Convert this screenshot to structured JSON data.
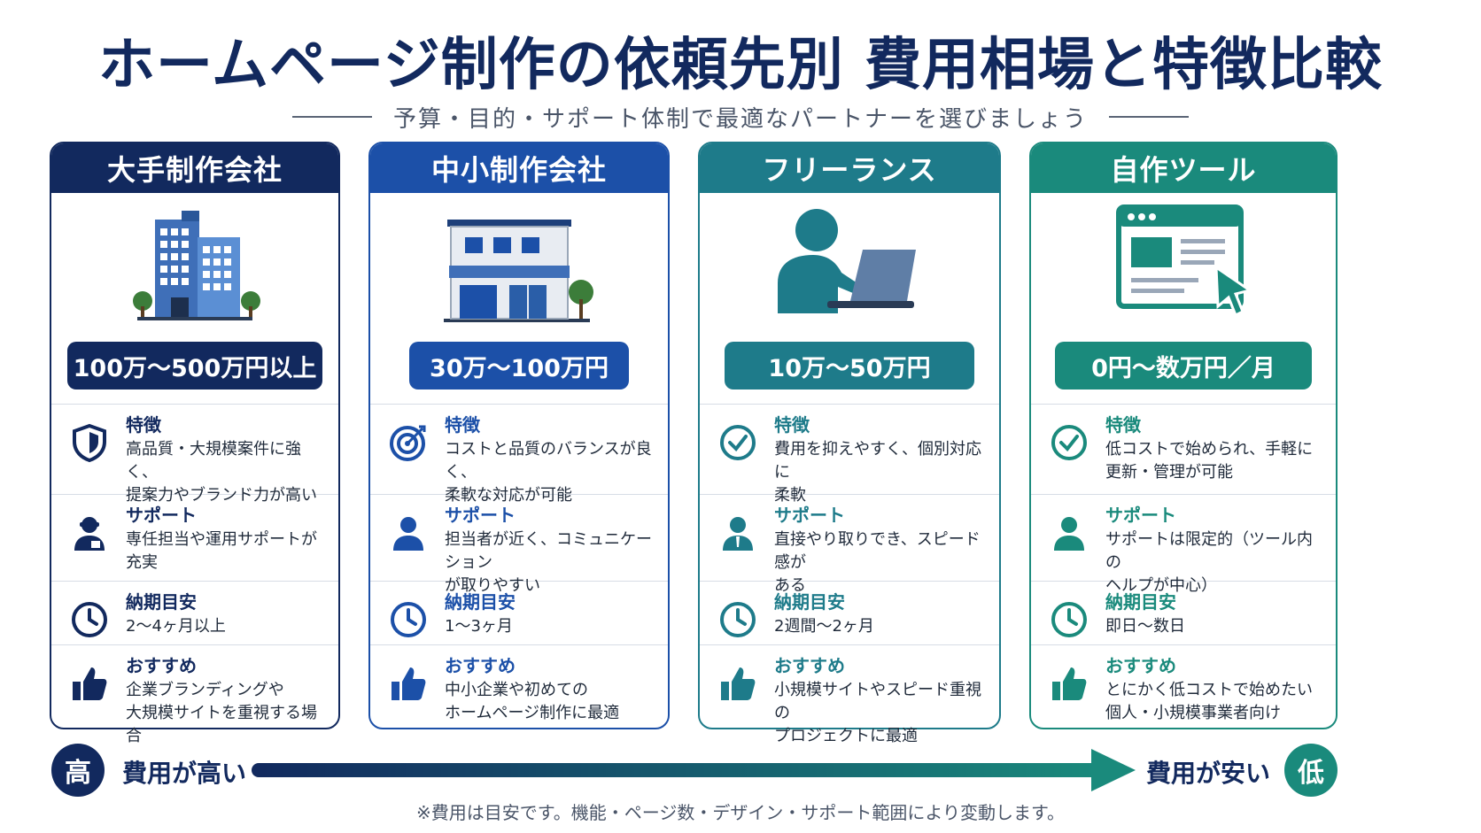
{
  "title": "ホームページ制作の依頼先別 費用相場と特徴比較",
  "subtitle": "予算・目的・サポート体制で最適なパートナーを選びましょう",
  "cards": [
    {
      "header": "大手制作会社",
      "price": "100万〜500万円以上",
      "color": "#12295e",
      "feature_label": "特徴",
      "feature_text": "高品質・大規模案件に強く、\n提案力やブランド力が高い",
      "support_label": "サポート",
      "support_text": "専任担当や運用サポートが\n充実",
      "delivery_label": "納期目安",
      "delivery_text": "2〜4ヶ月以上",
      "recommend_label": "おすすめ",
      "recommend_text": "企業ブランディングや\n大規模サイトを重視する場合"
    },
    {
      "header": "中小制作会社",
      "price": "30万〜100万円",
      "color": "#1c50a8",
      "feature_label": "特徴",
      "feature_text": "コストと品質のバランスが良く、\n柔軟な対応が可能",
      "support_label": "サポート",
      "support_text": "担当者が近く、コミュニケーション\nが取りやすい",
      "delivery_label": "納期目安",
      "delivery_text": "1〜3ヶ月",
      "recommend_label": "おすすめ",
      "recommend_text": "中小企業や初めての\nホームページ制作に最適"
    },
    {
      "header": "フリーランス",
      "price": "10万〜50万円",
      "color": "#1e7b8a",
      "feature_label": "特徴",
      "feature_text": "費用を抑えやすく、個別対応に\n柔軟",
      "support_label": "サポート",
      "support_text": "直接やり取りでき、スピード感が\nある",
      "delivery_label": "納期目安",
      "delivery_text": "2週間〜2ヶ月",
      "recommend_label": "おすすめ",
      "recommend_text": "小規模サイトやスピード重視の\nプロジェクトに最適"
    },
    {
      "header": "自作ツール",
      "price": "0円〜数万円／月",
      "color": "#1a8a7c",
      "feature_label": "特徴",
      "feature_text": "低コストで始められ、手軽に\n更新・管理が可能",
      "support_label": "サポート",
      "support_text": "サポートは限定的（ツール内の\nヘルプが中心）",
      "delivery_label": "納期目安",
      "delivery_text": "即日〜数日",
      "recommend_label": "おすすめ",
      "recommend_text": "とにかく低コストで始めたい\n個人・小規模事業者向け"
    }
  ],
  "scale": {
    "high_badge": "高",
    "high_label": "費用が高い",
    "low_label": "費用が安い",
    "low_badge": "低",
    "high_color": "#12295e",
    "low_color": "#1a8a7c"
  },
  "note": "※費用は目安です。機能・ページ数・デザイン・サポート範囲により変動します。"
}
